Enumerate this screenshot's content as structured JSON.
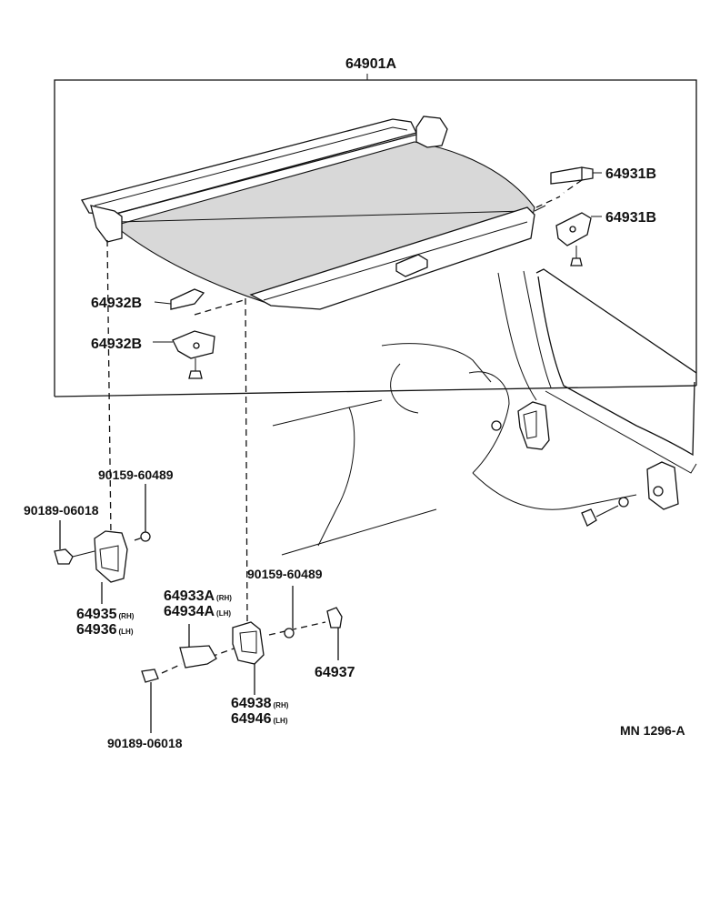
{
  "labels": {
    "assembly": "64901A",
    "rod_holder_a": "64931B",
    "rod_holder_b": "64931B",
    "rod_holder_c": "64932B",
    "rod_holder_d": "64932B",
    "screw_upper_left": "90159-60489",
    "clip_upper_left": "90189-06018",
    "bracket_rh_left": "64935",
    "bracket_rh_left_suffix": "(RH)",
    "bracket_lh_left": "64936",
    "bracket_lh_left_suffix": "(LH)",
    "screw_center": "90159-60489",
    "stay_rh": "64933A",
    "stay_rh_suffix": "(RH)",
    "stay_lh": "64934A",
    "stay_lh_suffix": "(LH)",
    "cap": "64937",
    "bracket_rh_center": "64938",
    "bracket_rh_center_suffix": "(RH)",
    "bracket_lh_center": "64946",
    "bracket_lh_center_suffix": "(LH)",
    "clip_bottom": "90189-06018",
    "drawing_code": "MN 1296-A"
  }
}
